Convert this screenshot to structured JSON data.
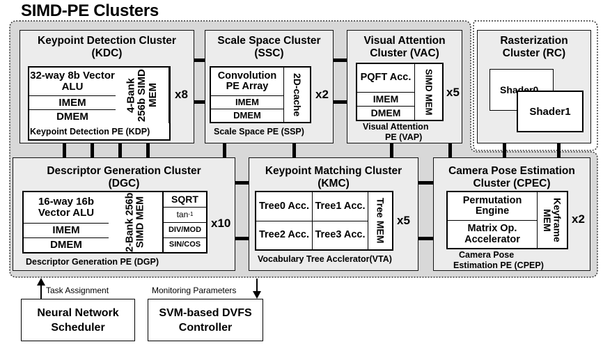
{
  "title": "SIMD-PE Clusters",
  "kdc": {
    "title": "Keypoint Detection Cluster",
    "abbr": "(KDC)",
    "alu": "32-way 8b Vector ALU",
    "imem": "IMEM",
    "dmem": "DMEM",
    "mem": "4-Bank 256b SIMD MEM",
    "mult": "x8",
    "caption": "Keypoint Detection PE (KDP)"
  },
  "ssc": {
    "title": "Scale Space  Cluster",
    "abbr": "(SSC)",
    "array": "Convolution PE Array",
    "imem": "IMEM",
    "dmem": "DMEM",
    "cache": "2D-cache",
    "mult": "x2",
    "caption": "Scale Space PE (SSP)"
  },
  "vac": {
    "title": "Visual Attention",
    "abbr": "Cluster (VAC)",
    "acc": "PQFT Acc.",
    "imem": "IMEM",
    "dmem": "DMEM",
    "mem": "SIMD MEM",
    "mult": "x5",
    "caption1": "Visual Attention",
    "caption2": "PE (VAP)"
  },
  "rc": {
    "title": "Rasterization",
    "abbr": "Cluster (RC)",
    "shader0": "Shader0",
    "shader1": "Shader1"
  },
  "dgc": {
    "title": "Descriptor Generation Cluster",
    "abbr": "(DGC)",
    "alu": "16-way 16b Vector ALU",
    "imem": "IMEM",
    "dmem": "DMEM",
    "mem": "2-Bank 256b SIMD MEM",
    "sqrt": "SQRT",
    "tan": "tan",
    "tan_sup": "-1",
    "divmod": "DIV/MOD",
    "sincos": "SIN/COS",
    "mult": "x10",
    "caption": "Descriptor Generation PE (DGP)"
  },
  "kmc": {
    "title": "Keypoint Matching Cluster",
    "abbr": "(KMC)",
    "tree0": "Tree0 Acc.",
    "tree1": "Tree1 Acc.",
    "tree2": "Tree2 Acc.",
    "tree3": "Tree3 Acc.",
    "mem": "Tree MEM",
    "mult": "x5",
    "caption": "Vocabulary Tree Acclerator(VTA)"
  },
  "cpec": {
    "title": "Camera Pose Estimation",
    "abbr": "Cluster (CPEC)",
    "perm": "Permutation Engine",
    "matrix": "Matrix Op. Accelerator",
    "mem": "Keyframe MEM",
    "mult": "x2",
    "caption1": "Camera Pose",
    "caption2": "Estimation PE (CPEP)"
  },
  "nns": {
    "label": "Neural Network Scheduler",
    "edge": "Task Assignment"
  },
  "dvfs": {
    "label": "SVM-based DVFS Controller",
    "edge": "Monitoring Parameters"
  }
}
